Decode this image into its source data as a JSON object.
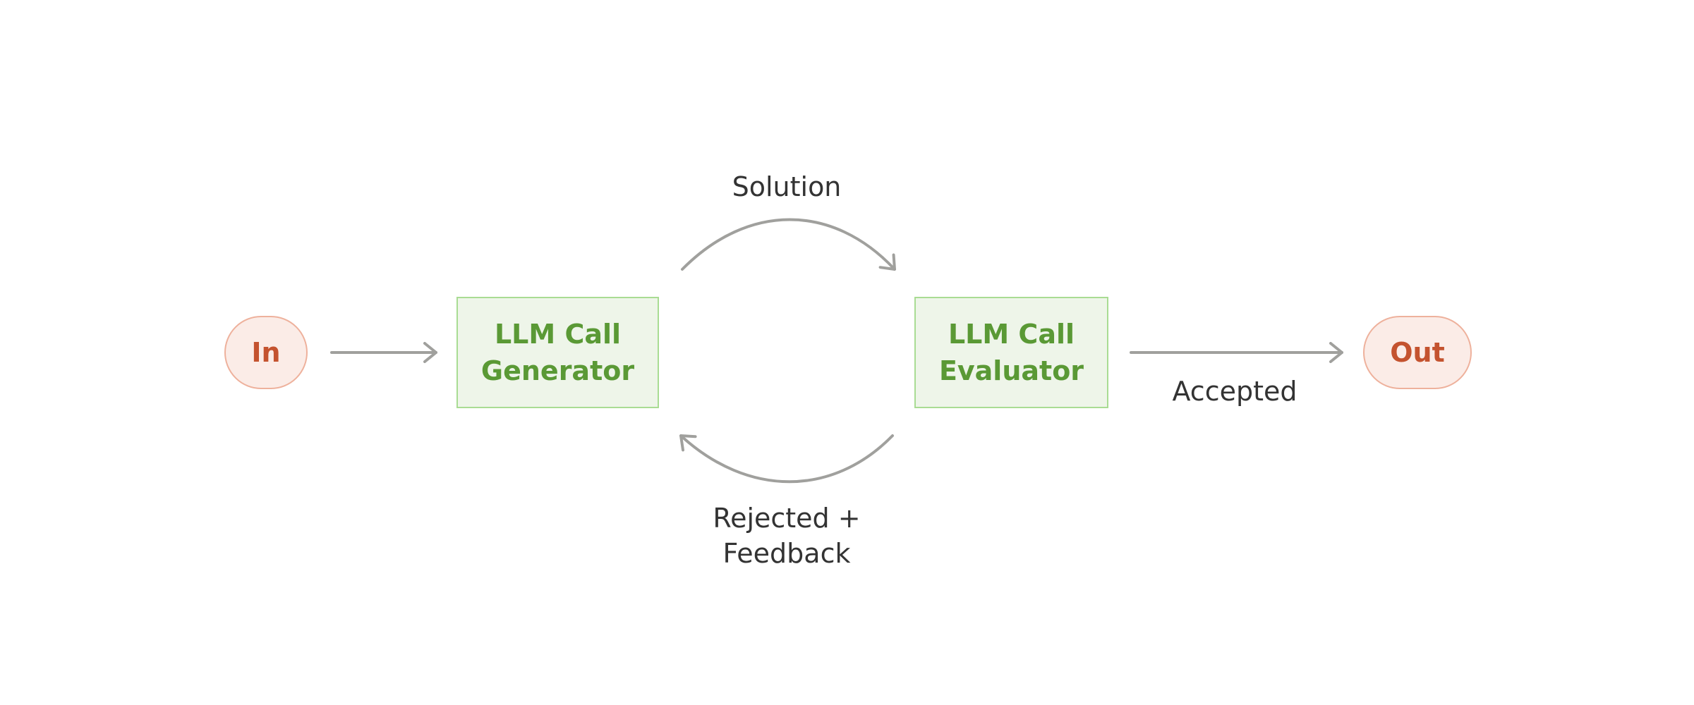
{
  "diagram": {
    "nodes": {
      "input": "In",
      "generator": "LLM Call\nGenerator",
      "evaluator": "LLM Call\nEvaluator",
      "output": "Out"
    },
    "edge_labels": {
      "solution": "Solution",
      "rejected": "Rejected +\nFeedback",
      "accepted": "Accepted"
    }
  },
  "colors": {
    "terminal_fill": "#fbece7",
    "terminal_border": "#eeb19c",
    "terminal_text": "#c4532f",
    "llm_fill": "#eef5e9",
    "llm_border": "#a9dc93",
    "llm_text": "#5a9935",
    "arrow": "#a0a09d",
    "label_text": "#333333"
  }
}
